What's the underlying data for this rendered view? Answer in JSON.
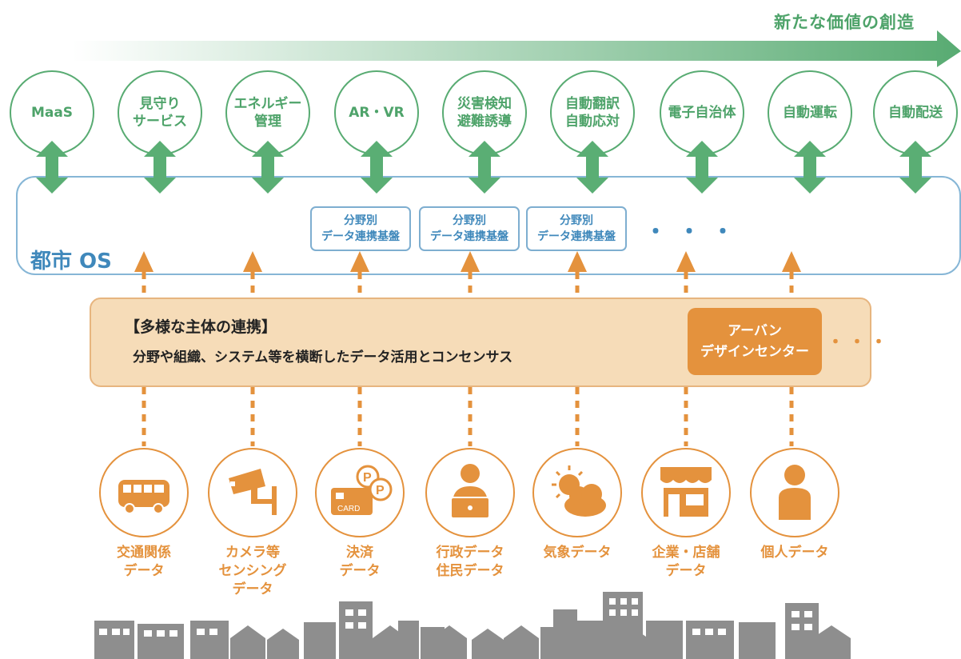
{
  "headline": "新たな価値の創造",
  "colors": {
    "green": "#4ea36a",
    "blue": "#3f88bb",
    "orange": "#e4923d",
    "beige": "#f6dcb8",
    "city_gray": "#8e8e8e"
  },
  "services": [
    {
      "label": "MaaS"
    },
    {
      "label": "見守り\nサービス"
    },
    {
      "label": "エネルギー\n管理"
    },
    {
      "label": "AR・VR"
    },
    {
      "label": "災害検知\n避難誘導"
    },
    {
      "label": "自動翻訳\n自動応対"
    },
    {
      "label": "電子自治体"
    },
    {
      "label": "自動運転"
    },
    {
      "label": "自動配送"
    }
  ],
  "city_os": {
    "label": "都市 OS",
    "platforms": [
      {
        "label": "分野別\nデータ連携基盤"
      },
      {
        "label": "分野別\nデータ連携基盤"
      },
      {
        "label": "分野別\nデータ連携基盤"
      }
    ],
    "ellipsis": "・・・"
  },
  "collaboration": {
    "title": "【多様な主体の連携】",
    "subtitle": "分野や組織、システム等を横断したデータ活用とコンセンサス",
    "urban_design_center": "アーバン\nデザインセンター",
    "ellipsis": "・・・"
  },
  "data_sources": [
    {
      "icon": "bus-icon",
      "label": "交通関係\nデータ"
    },
    {
      "icon": "security-camera-icon",
      "label": "カメラ等\nセンシング\nデータ"
    },
    {
      "icon": "payment-card-icon",
      "label": "決済\nデータ",
      "card_text": "CARD",
      "coin_text": "P"
    },
    {
      "icon": "government-worker-icon",
      "label": "行政データ\n住民データ"
    },
    {
      "icon": "weather-icon",
      "label": "気象データ"
    },
    {
      "icon": "shop-icon",
      "label": "企業・店舗\nデータ"
    },
    {
      "icon": "person-icon",
      "label": "個人データ"
    }
  ]
}
